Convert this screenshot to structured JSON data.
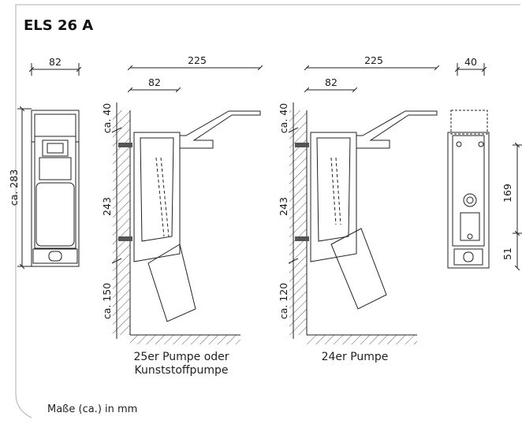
{
  "title": "ELS 26 A",
  "front": {
    "width": "82",
    "height": "ca. 283"
  },
  "side1": {
    "depth": "225",
    "depth_inner": "82",
    "top": "ca. 40",
    "mid": "243",
    "bottom": "ca. 150",
    "caption_line1": "25er Pumpe oder",
    "caption_line2": "Kunststoffpumpe"
  },
  "side2": {
    "depth": "225",
    "depth_inner": "82",
    "top": "ca. 40",
    "mid": "243",
    "bottom": "ca. 120",
    "caption": "24er Pumpe"
  },
  "back": {
    "width": "40",
    "upper": "169",
    "lower": "51"
  },
  "footer": "Maße (ca.) in mm"
}
